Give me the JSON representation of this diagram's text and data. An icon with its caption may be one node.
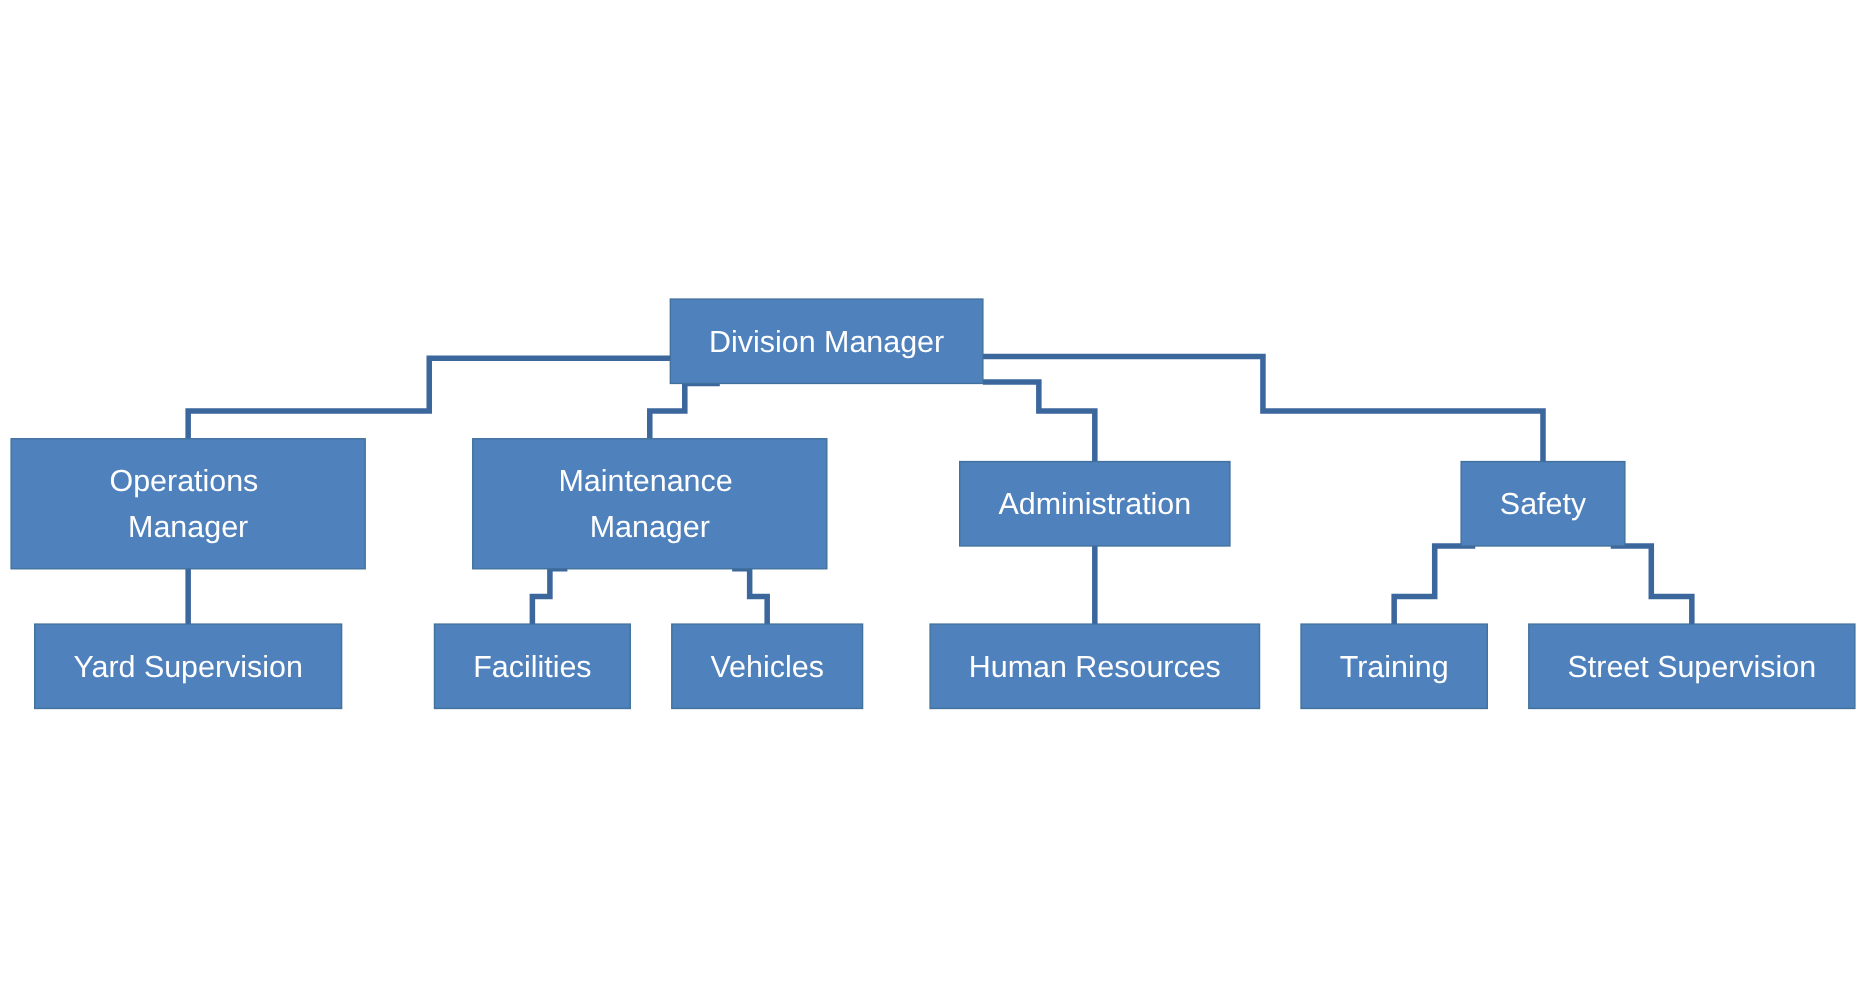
{
  "diagram": {
    "nodes": [
      {
        "text": [
          "Division Manager"
        ]
      },
      {
        "text": [
          "Operations Manager"
        ]
      },
      {
        "text": [
          "Maintenance Manager"
        ]
      },
      {
        "text": [
          "Administration"
        ]
      },
      {
        "text": [
          "Safety"
        ]
      },
      {
        "text": [
          "Yard Supervision"
        ]
      },
      {
        "text": [
          "Facilities"
        ]
      },
      {
        "text": [
          "Vehicles"
        ]
      },
      {
        "text": [
          "Human Resources"
        ]
      },
      {
        "text": [
          "Training"
        ]
      },
      {
        "text": [
          "Street Supervision"
        ]
      }
    ],
    "edges": [
      {
        "from": 0,
        "to": 1,
        "arrow": "none"
      },
      {
        "from": 0,
        "to": 2,
        "arrow": "none"
      },
      {
        "from": 0,
        "to": 3,
        "arrow": "none"
      },
      {
        "from": 0,
        "to": 4,
        "arrow": "none"
      },
      {
        "from": 1,
        "to": 5,
        "arrow": "none"
      },
      {
        "from": 2,
        "to": 6,
        "arrow": "none"
      },
      {
        "from": 2,
        "to": 7,
        "arrow": "none"
      },
      {
        "from": 3,
        "to": 8,
        "arrow": "none"
      },
      {
        "from": 4,
        "to": 9,
        "arrow": "none"
      },
      {
        "from": 4,
        "to": 10,
        "arrow": "none"
      }
    ]
  }
}
